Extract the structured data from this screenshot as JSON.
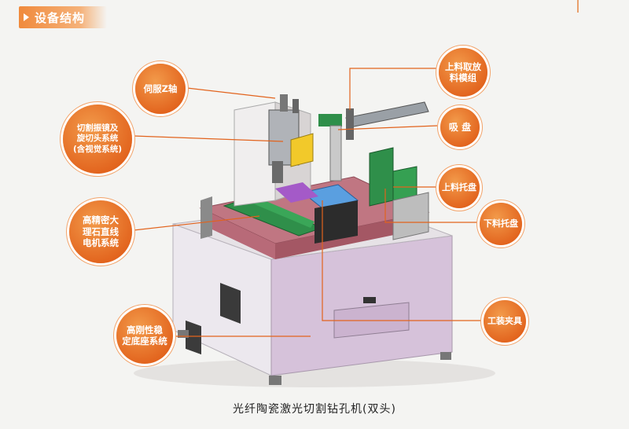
{
  "header": {
    "title": "设备结构"
  },
  "callouts": {
    "servo_z": "伺服Z轴",
    "cutting_galvo": "切割振镜及\n旋切头系统\n(含视觉系统)",
    "linear_motor": "高精密大\n理石直线\n电机系统",
    "rigid_base": "高刚性稳\n定底座系统",
    "loading_module": "上料取放\n料模组",
    "suction": "吸 盘",
    "loading_tray": "上料托盘",
    "unloading_tray": "下料托盘",
    "fixture": "工装夹具"
  },
  "caption": "光纤陶瓷激光切割钻孔机(双头)",
  "colors": {
    "accent": "#e2631d",
    "base_purple": "#d9c6dc",
    "table_pink": "#b86a78",
    "rail_green": "#2f8f4a",
    "frame_gray": "#9a9a9a"
  }
}
